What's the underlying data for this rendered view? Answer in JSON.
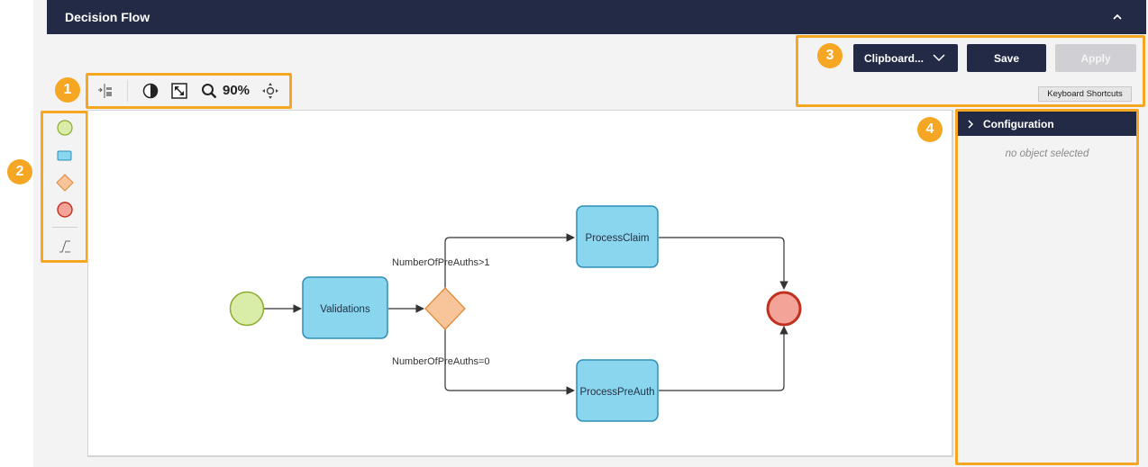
{
  "header": {
    "title": "Decision Flow",
    "collapse_icon": "chevron-up-icon"
  },
  "callouts": [
    "1",
    "2",
    "3",
    "4"
  ],
  "toolbar": {
    "tools": [
      "align-icon",
      "contrast-icon",
      "fit-screen-icon",
      "zoom-icon",
      "pan-icon"
    ],
    "zoom_level": "90%"
  },
  "palette": {
    "items": [
      "start-event-icon",
      "task-icon",
      "gateway-icon",
      "end-event-icon",
      "connector-icon"
    ]
  },
  "actions": {
    "clipboard_label": "Clipboard...",
    "save_label": "Save",
    "apply_label": "Apply",
    "keyboard_shortcuts_label": "Keyboard Shortcuts"
  },
  "config_panel": {
    "title": "Configuration",
    "empty_text": "no object selected"
  },
  "diagram": {
    "nodes": [
      {
        "id": "start",
        "type": "start"
      },
      {
        "id": "validations",
        "type": "task",
        "label": "Validations"
      },
      {
        "id": "gateway",
        "type": "gateway"
      },
      {
        "id": "process_claim",
        "type": "task",
        "label": "ProcessClaim"
      },
      {
        "id": "process_preauth",
        "type": "task",
        "label": "ProcessPreAuth"
      },
      {
        "id": "end",
        "type": "end"
      }
    ],
    "edges": [
      {
        "from": "start",
        "to": "validations"
      },
      {
        "from": "validations",
        "to": "gateway"
      },
      {
        "from": "gateway",
        "to": "process_claim",
        "label": "NumberOfPreAuths>1"
      },
      {
        "from": "gateway",
        "to": "process_preauth",
        "label": "NumberOfPreAuths=0"
      },
      {
        "from": "process_claim",
        "to": "end"
      },
      {
        "from": "process_preauth",
        "to": "end"
      }
    ]
  },
  "colors": {
    "header_bg": "#232a45",
    "callout": "#f5a623",
    "task_fill": "#8ad6ef",
    "task_stroke": "#2f8fb6",
    "start_fill": "#d9eca8",
    "start_stroke": "#8cad2f",
    "gateway_fill": "#f8c59a",
    "gateway_stroke": "#e08a3a",
    "end_fill": "#f3a397",
    "end_stroke": "#c0311f",
    "apply_disabled": "#cfcfd4"
  }
}
